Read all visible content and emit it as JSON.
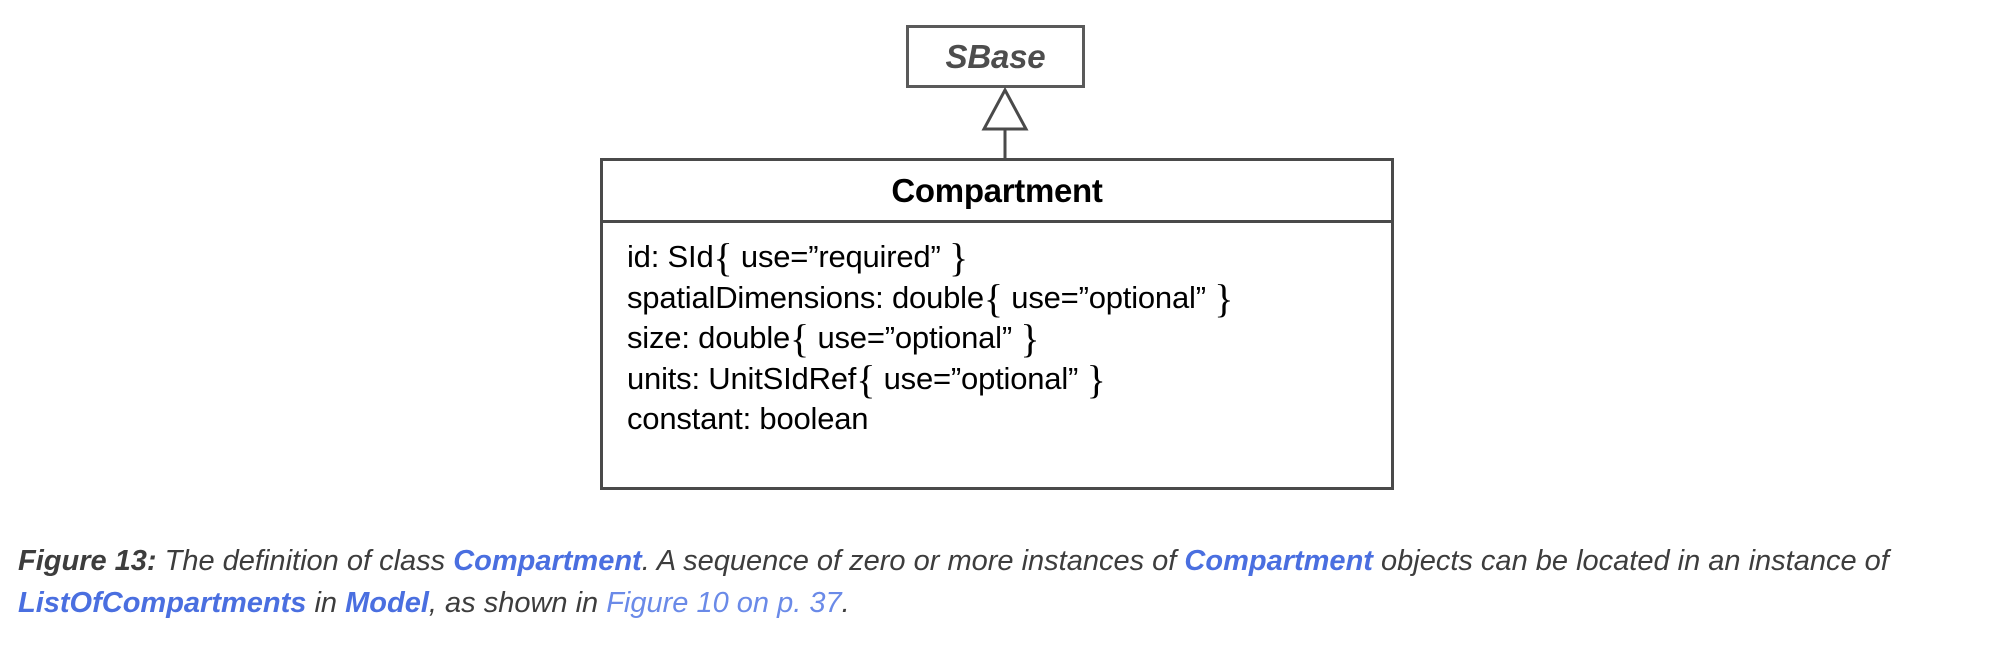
{
  "figure": {
    "diagram_type": "uml-class-diagram",
    "superclass": {
      "name": "SBase"
    },
    "relationship": {
      "kind": "generalization",
      "arrow": "hollow-triangle",
      "from": "Compartment",
      "to": "SBase"
    },
    "class_box": {
      "title": "Compartment",
      "attributes": [
        {
          "declaration": "id: SId",
          "brace_open": "{",
          "constraint": "use=”required”",
          "brace_close": "}"
        },
        {
          "declaration": "spatialDimensions: double",
          "brace_open": "{",
          "constraint": "use=”optional”",
          "brace_close": "}"
        },
        {
          "declaration": "size: double",
          "brace_open": "{",
          "constraint": "use=”optional”",
          "brace_close": "}"
        },
        {
          "declaration": "units: UnitSIdRef",
          "brace_open": "{",
          "constraint": "use=”optional”",
          "brace_close": "}"
        },
        {
          "declaration": "constant: boolean",
          "brace_open": "",
          "constraint": "",
          "brace_close": ""
        }
      ]
    },
    "caption": {
      "label": "Figure 13:",
      "segment_1": " The definition of class ",
      "class_ref_1": "Compartment",
      "segment_2": ". A sequence of zero or more instances of ",
      "class_ref_2": "Compartment",
      "segment_3": " objects can be located in an instance of ",
      "class_ref_3": "ListOfCompartments",
      "segment_4": " in ",
      "class_ref_4": "Model",
      "segment_5": ", as shown in ",
      "cross_ref": "Figure 10 on p. 37",
      "segment_6": "."
    }
  },
  "colors": {
    "class_link": "#4a6fe0",
    "cross_ref_link": "#6a8ae8",
    "caption_text": "#3d3d3d",
    "sbase_border": "#5a5a5a",
    "sbase_text": "#4d4d4d",
    "class_border": "#4a4a4a",
    "class_text": "#000000"
  }
}
